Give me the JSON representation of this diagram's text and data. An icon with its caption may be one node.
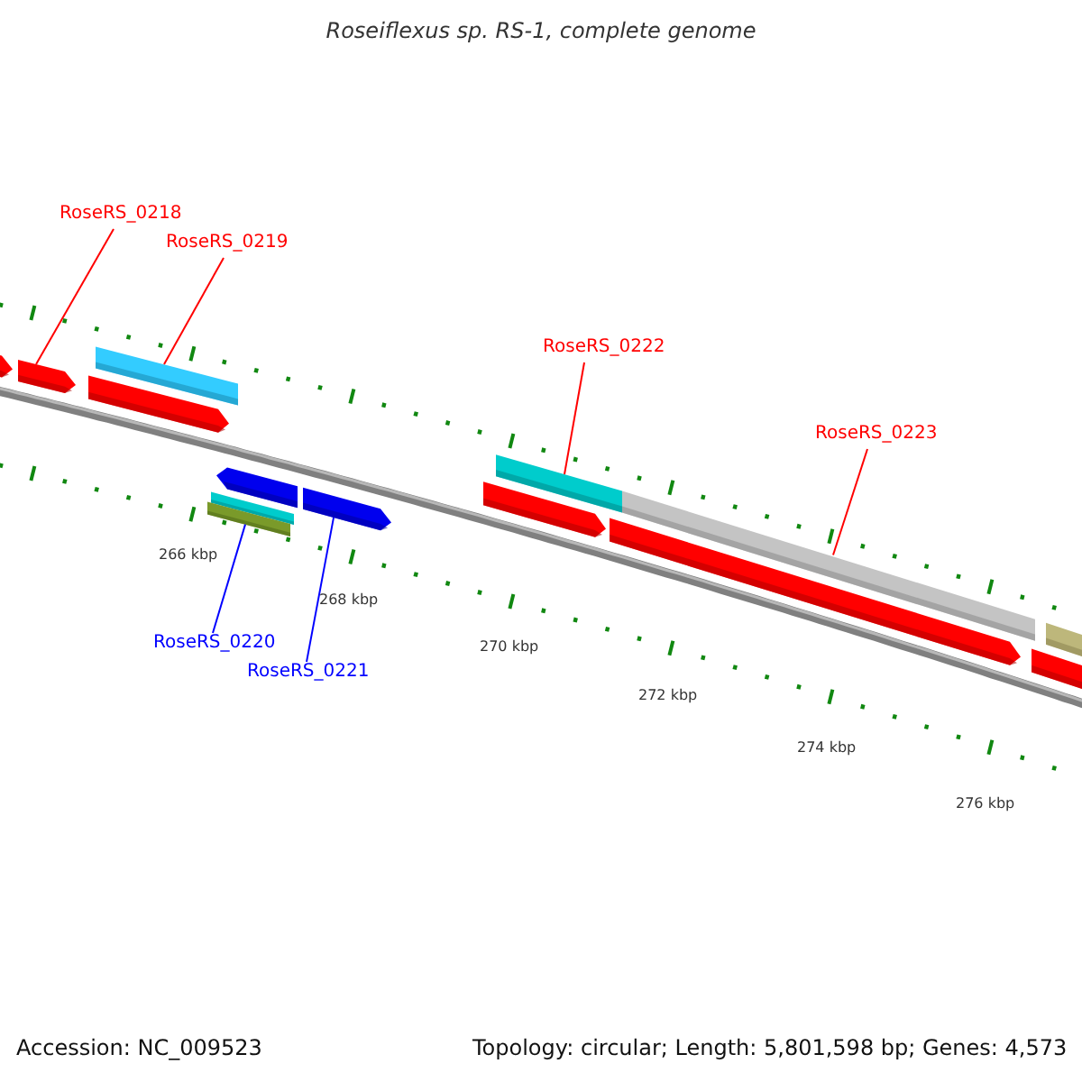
{
  "diagram": {
    "title": "Roseiflexus sp. RS-1, complete genome",
    "nodes": [
      {
        "text": [
          "RoseRS_0218"
        ]
      },
      {
        "text": [
          "RoseRS_0219"
        ]
      },
      {
        "text": [
          "RoseRS_0222"
        ]
      },
      {
        "text": [
          "RoseRS_0223"
        ]
      },
      {
        "text": [
          "RoseRS_0220"
        ]
      },
      {
        "text": [
          "RoseRS_0221"
        ]
      },
      {
        "text": [],
        "shape": "arrow"
      },
      {
        "text": [],
        "shape": "arrow"
      },
      {
        "text": [],
        "shape": "arrow"
      },
      {
        "text": [],
        "shape": "bar"
      },
      {
        "text": [],
        "shape": "bar"
      },
      {
        "text": [],
        "shape": "bar"
      },
      {
        "text": [],
        "shape": "arrow"
      },
      {
        "text": [],
        "shape": "arrow"
      },
      {
        "text": [],
        "shape": "arrow"
      },
      {
        "text": [],
        "shape": "bar"
      },
      {
        "text": [],
        "shape": "arrow"
      },
      {
        "text": [],
        "shape": "bar"
      },
      {
        "text": [],
        "shape": "arrow"
      },
      {
        "text": [],
        "shape": "bar"
      }
    ],
    "edges": [
      {
        "from": 0,
        "to": 7,
        "arrow": "none"
      },
      {
        "from": 1,
        "to": 9,
        "arrow": "none"
      },
      {
        "from": 2,
        "to": 15,
        "arrow": "none"
      },
      {
        "from": 3,
        "to": 17,
        "arrow": "none"
      },
      {
        "from": 4,
        "to": 10,
        "arrow": "none",
        "color": "#0000ff"
      },
      {
        "from": 5,
        "to": 13,
        "arrow": "none",
        "color": "#0000ff"
      }
    ],
    "labels": [
      "266 kbp",
      "268 kbp",
      "270 kbp",
      "272 kbp",
      "274 kbp",
      "276 kbp",
      "Accession: NC_009523",
      "Topology: circular; Length: 5,801,598 bp; Genes: 4,573"
    ]
  }
}
